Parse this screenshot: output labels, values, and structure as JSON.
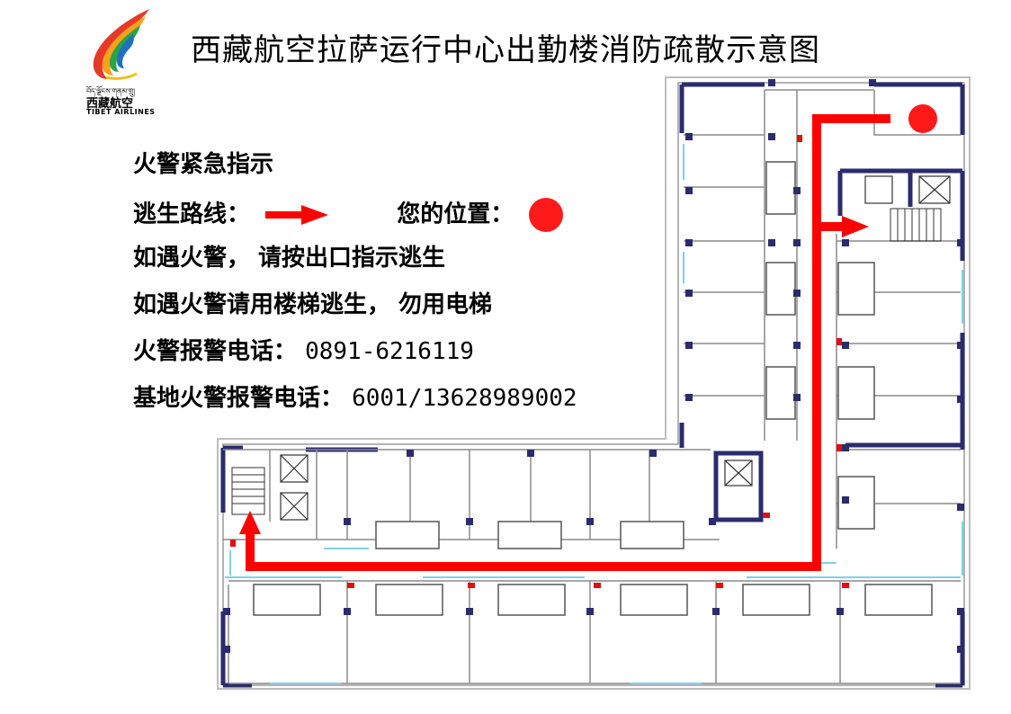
{
  "title": "西藏航空拉萨运行中心出勤楼消防疏散示意图",
  "logo": {
    "tibetan_text": "བོད་ལྗོངས་གནམ་གྲུ།",
    "chinese_name": "西藏航空",
    "english_name": "TIBET AIRLINES"
  },
  "legend": {
    "header": "火警紧急指示",
    "route_label": "逃生路线：",
    "position_label": "您的位置：",
    "route_color": "#ff0000",
    "position_color": "#ff1a1a"
  },
  "instructions": {
    "line1": "如遇火警， 请按出口指示逃生",
    "line2": "如遇火警请用楼梯逃生， 勿用电梯",
    "fire_phone_label": "火警报警电话：",
    "fire_phone": "0891-6216119",
    "base_phone_label": "基地火警报警电话：",
    "base_phone": "6001/13628989002"
  },
  "colors": {
    "wall": "#2b2b6e",
    "thin_wall": "#9a9a9a",
    "window": "#7fd0e8",
    "extinguisher": "#e01010"
  }
}
